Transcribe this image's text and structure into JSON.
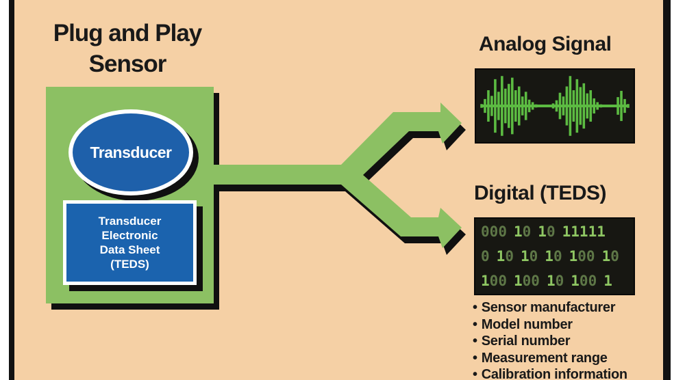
{
  "title": {
    "line1": "Plug and Play",
    "line2": "Sensor"
  },
  "sensor_box": {
    "transducer_label": "Transducer",
    "teds_lines": [
      "Transducer",
      "Electronic",
      "Data Sheet",
      "(TEDS)"
    ]
  },
  "analog": {
    "heading": "Analog Signal",
    "waveform_amplitudes": [
      0.06,
      0.22,
      0.5,
      0.32,
      0.85,
      0.45,
      0.95,
      0.55,
      0.7,
      0.9,
      0.5,
      0.62,
      0.3,
      0.45,
      0.2,
      0.12,
      0.05,
      0.03,
      0.03,
      0.03,
      0.03,
      0.08,
      0.18,
      0.42,
      0.3,
      0.62,
      0.95,
      0.5,
      0.85,
      0.6,
      0.72,
      0.4,
      0.5,
      0.24,
      0.12,
      0.05,
      0.03,
      0.03,
      0.03,
      0.03,
      0.28,
      0.48,
      0.22,
      0.06
    ]
  },
  "digital": {
    "heading": "Digital (TEDS)",
    "binary_rows": [
      "000 10 10 11111",
      "0 10 10 10 100 10",
      "100 100 10 100 1"
    ],
    "bullet_char": "•",
    "bullets": [
      "Sensor manufacturer",
      "Model number",
      "Serial number",
      "Measurement range",
      "Calibration information"
    ]
  },
  "colors": {
    "background_peach": "#f5d0a5",
    "frame_black": "#121212",
    "panel_green": "#8cc063",
    "accent_blue": "#1b63ae",
    "shadow_black": "#101010",
    "signal_green": "#5cbb42",
    "binary_one_green": "#8fc763",
    "binary_zero_green": "#5e7747",
    "text_black": "#191919"
  }
}
